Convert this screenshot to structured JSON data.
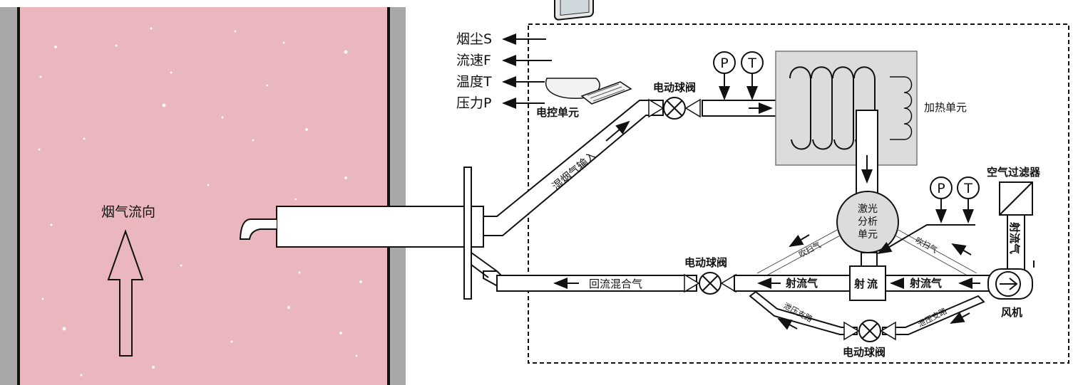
{
  "colors": {
    "stack_fill": "#e9b7bd",
    "stack_wall": "#a8a8a8",
    "heater_fill": "#dcdcdc",
    "line": "#111111"
  },
  "stack": {
    "flow_direction": "烟气流向"
  },
  "outputs": [
    "烟尘S",
    "流速F",
    "温度T",
    "压力P"
  ],
  "control_unit": "电控单元",
  "valves": {
    "top": "电动球阀",
    "middle": "电动球阀",
    "bottom": "电动球阀"
  },
  "sensors": {
    "pressure": "P",
    "temperature": "T"
  },
  "heater": "加热单元",
  "analyzer": [
    "激光",
    "分析",
    "单元"
  ],
  "ejector": [
    "射",
    "流"
  ],
  "filter": "空气过滤器",
  "fan": "风机",
  "pipes": {
    "wet_input": "湿烟气输入",
    "return_mix": "回流混合气",
    "jet_left": "射流气",
    "jet_right": "射流气",
    "jet_vertical": "射流气",
    "purge_left": "吹扫气",
    "purge_right": "吹扫气",
    "relief_left": "泄压支路",
    "relief_right": "泄压支路"
  }
}
